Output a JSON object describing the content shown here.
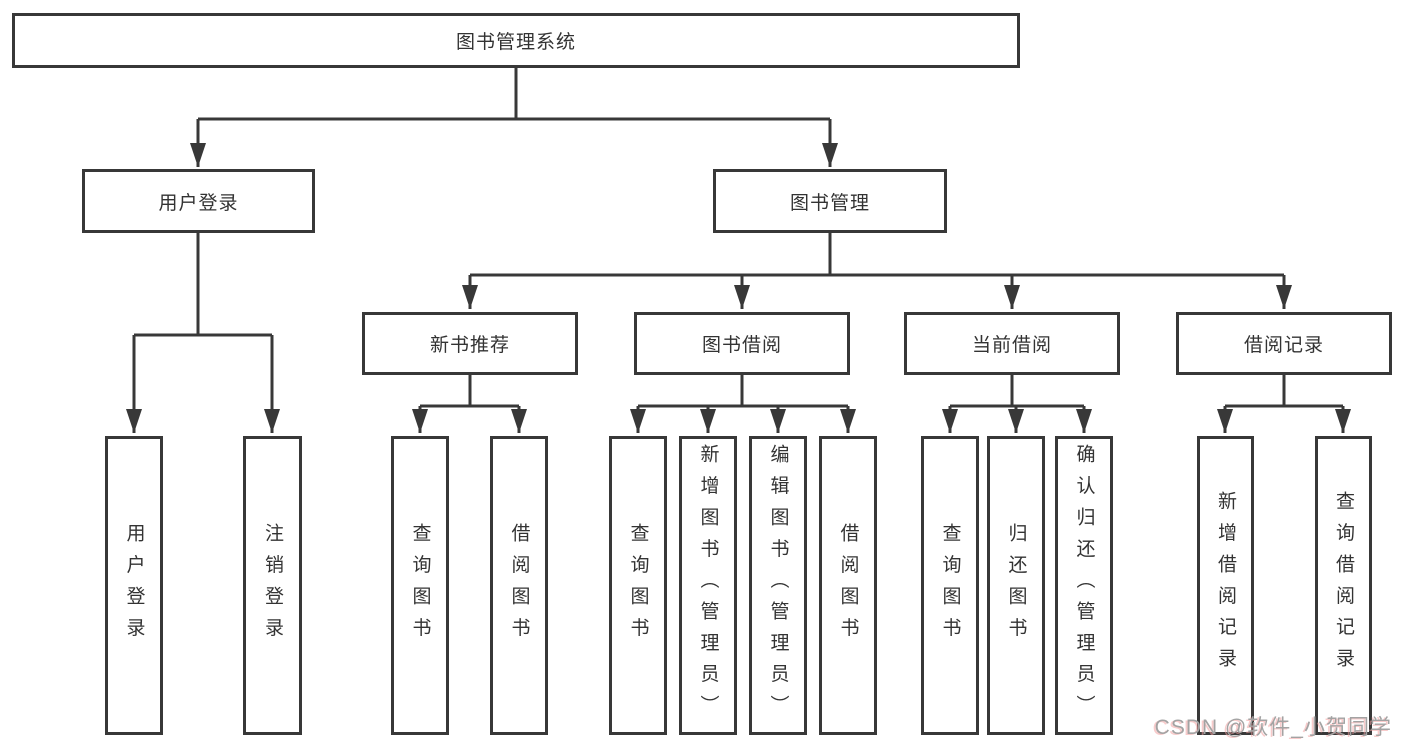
{
  "tree": {
    "label": "图书管理系统",
    "children": [
      {
        "label": "用户登录",
        "children": [
          {
            "label": "用户登录"
          },
          {
            "label": "注销登录"
          }
        ]
      },
      {
        "label": "图书管理",
        "children": [
          {
            "label": "新书推荐",
            "children": [
              {
                "label": "查询图书"
              },
              {
                "label": "借阅图书"
              }
            ]
          },
          {
            "label": "图书借阅",
            "children": [
              {
                "label": "查询图书"
              },
              {
                "label": "新增图书（管理员）"
              },
              {
                "label": "编辑图书（管理员）"
              },
              {
                "label": "借阅图书"
              }
            ]
          },
          {
            "label": "当前借阅",
            "children": [
              {
                "label": "查询图书"
              },
              {
                "label": "归还图书"
              },
              {
                "label": "确认归还（管理员）"
              }
            ]
          },
          {
            "label": "借阅记录",
            "children": [
              {
                "label": "新增借阅记录"
              },
              {
                "label": "查询借阅记录"
              }
            ]
          }
        ]
      }
    ]
  },
  "watermark": {
    "text": "CSDN @软件_小贺同学"
  },
  "colors": {
    "line": "#383838",
    "box_border": "#383838",
    "text": "#333333",
    "watermark_gray": "#a3a3a3",
    "watermark_pink": "#f3a0a0",
    "background": "#ffffff"
  }
}
